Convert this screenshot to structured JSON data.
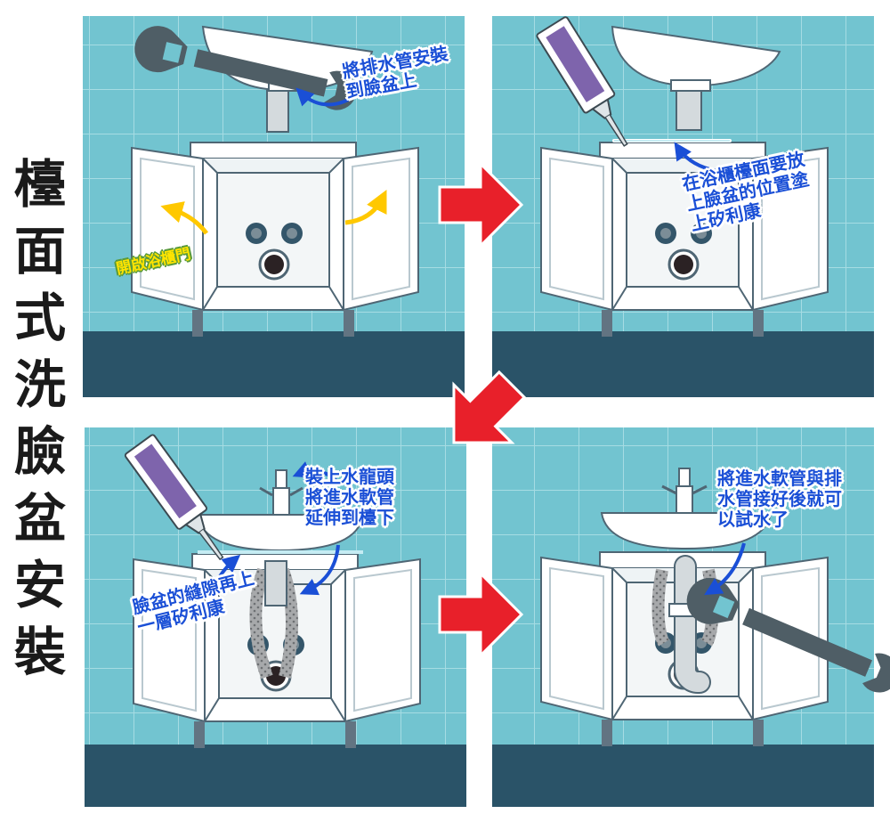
{
  "title": "檯面式洗臉盆安裝",
  "steps": [
    {
      "notes": [
        "將排水管安裝到臉盆上",
        "開啟浴櫃門"
      ]
    },
    {
      "notes": [
        "在浴櫃檯面要放上臉盆的位置塗上矽利康"
      ]
    },
    {
      "notes": [
        "裝上水龍頭將進水軟管延伸到檯下",
        "臉盆的縫隙再上一層矽利康"
      ]
    },
    {
      "notes": [
        "將進水軟管與排水管接好後就可以試水了"
      ]
    }
  ],
  "colors": {
    "tile": "#72c4d0",
    "floor": "#2a5368",
    "arrow_red": "#e8202a",
    "note_blue": "#1a4fd6",
    "note_yellow": "#ffe400",
    "silicone_tube": "#7e64ac"
  },
  "icons": [
    "wrench-icon",
    "silicone-tube-icon",
    "faucet-icon",
    "curved-pointer-arrow",
    "step-arrow"
  ]
}
